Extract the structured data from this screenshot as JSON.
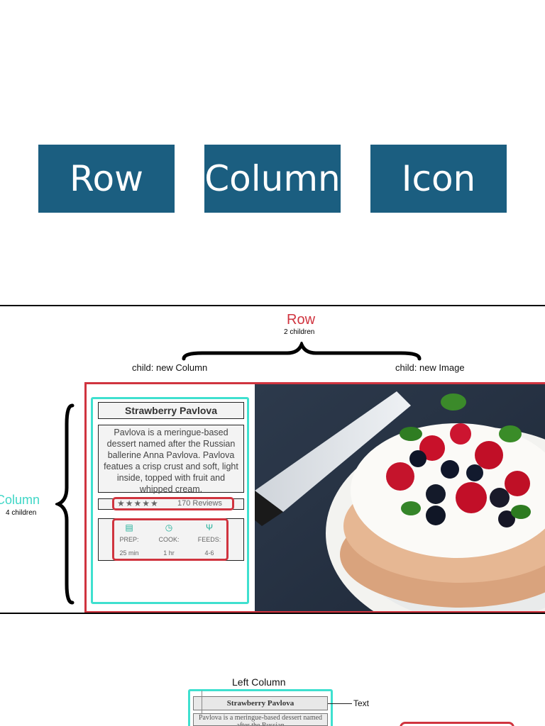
{
  "panel1": {
    "buttons": [
      "Row",
      "Column",
      "Icon"
    ],
    "button_color": "#1b5e80"
  },
  "panel2": {
    "row_label": "Row",
    "row_children": "2 children",
    "left_child": "child: new Column",
    "right_child": "child: new Image",
    "column_label": "Column",
    "column_children": "4 children",
    "card": {
      "title": "Strawberry Pavlova",
      "description": "Pavlova is a meringue-based dessert named after the Russian ballerine Anna Pavlova. Pavlova featues a crisp crust and soft, light inside, topped with fruit and whipped cream.",
      "stars": "★★★★★",
      "reviews": "170 Reviews",
      "info": [
        {
          "icon": "kitchen-icon",
          "label": "PREP:",
          "value": "25 min"
        },
        {
          "icon": "timer-icon",
          "label": "COOK:",
          "value": "1 hr"
        },
        {
          "icon": "restaurant-icon",
          "label": "FEEDS:",
          "value": "4-6"
        }
      ]
    },
    "colors": {
      "row": "#d0343f",
      "column": "#3fe0cf",
      "icon": "#22b09a"
    }
  },
  "panel3": {
    "left_column_label": "Left Column",
    "card_title": "Strawberry Pavlova",
    "text_callout": "Text",
    "desc_preview": "Pavlova is a meringue-based dessert named after the Russian"
  }
}
